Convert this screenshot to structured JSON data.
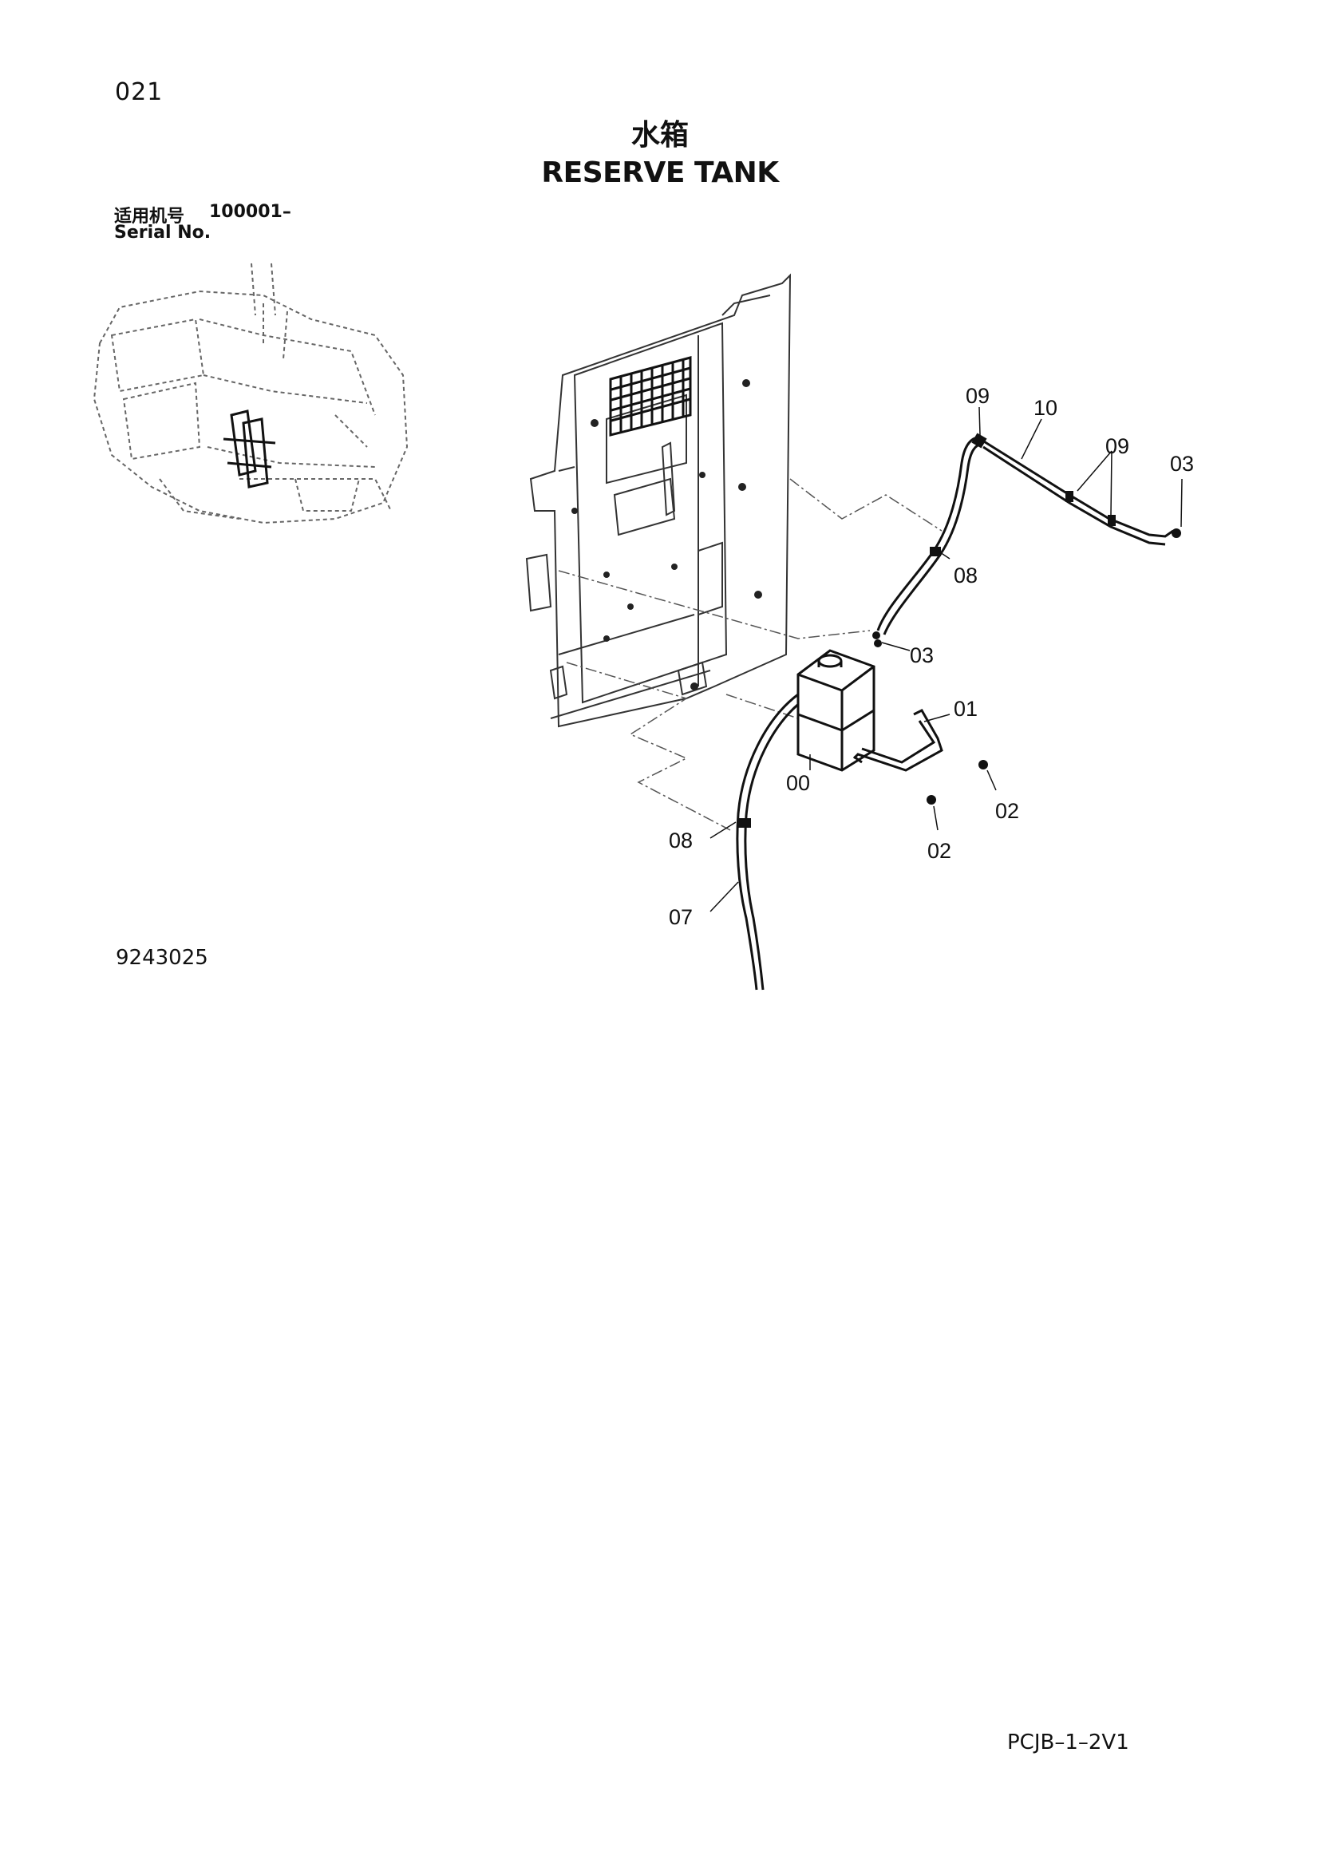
{
  "page": {
    "page_number": "021",
    "title_cn": "水箱",
    "title_en": "RESERVE TANK",
    "serial_label_cn": "适用机号",
    "serial_number": "100001–",
    "serial_label_en": "Serial No.",
    "figure_number": "9243025",
    "page_code": "PCJB–1–2V1"
  },
  "callouts": {
    "c09_top": "09",
    "c10": "10",
    "c09_right": "09",
    "c03_right": "03",
    "c08_upper": "08",
    "c03_mid": "03",
    "c01": "01",
    "c00": "00",
    "c02_right": "02",
    "c02_lower": "02",
    "c08_lower": "08",
    "c07": "07"
  }
}
